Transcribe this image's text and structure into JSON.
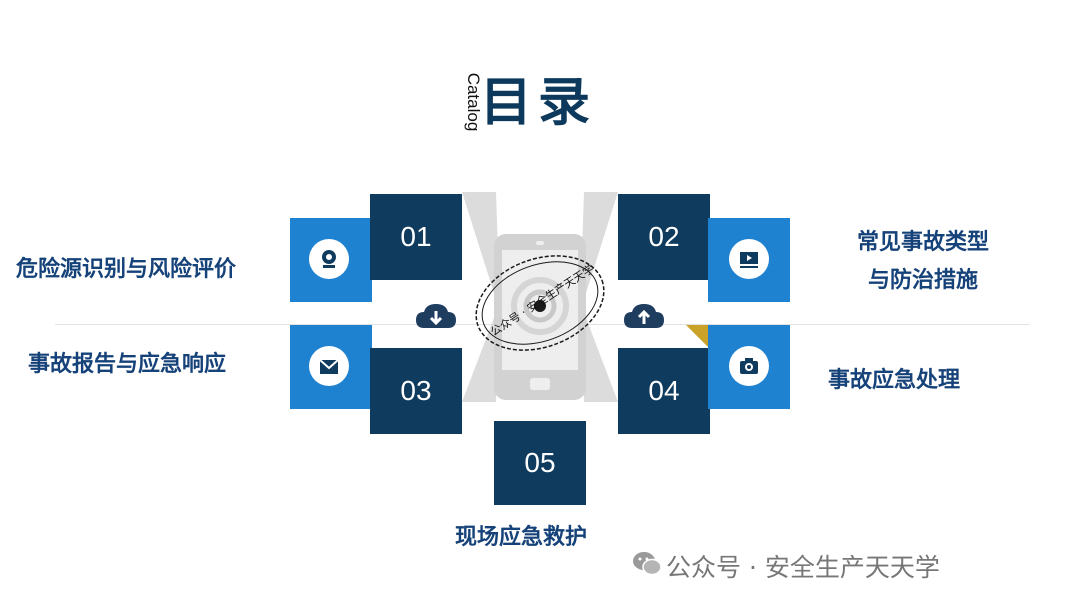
{
  "title": {
    "cn": "目录",
    "en": "Catalog"
  },
  "items": [
    {
      "num": "01",
      "label": "危险源识别与风险评价"
    },
    {
      "num": "02",
      "label_line1": "常见事故类型",
      "label_line2": "与防治措施"
    },
    {
      "num": "03",
      "label": "事故报告与应急响应"
    },
    {
      "num": "04",
      "label": "事故应急处理"
    },
    {
      "num": "05",
      "label": "现场应急救护"
    }
  ],
  "stamp_text": "公众号 · 安全生产天天学",
  "watermark": "公众号 · 安全生产天天学",
  "colors": {
    "navy": "#0f3b5f",
    "blue": "#1f82d0",
    "title": "#0d3a5c",
    "label": "#16427a",
    "gold": "#c9a227"
  },
  "icons": [
    "webcam-icon",
    "download-cloud-icon",
    "video-player-icon",
    "upload-cloud-icon",
    "envelope-icon",
    "camera-icon",
    "target-icon",
    "wechat-icon"
  ]
}
